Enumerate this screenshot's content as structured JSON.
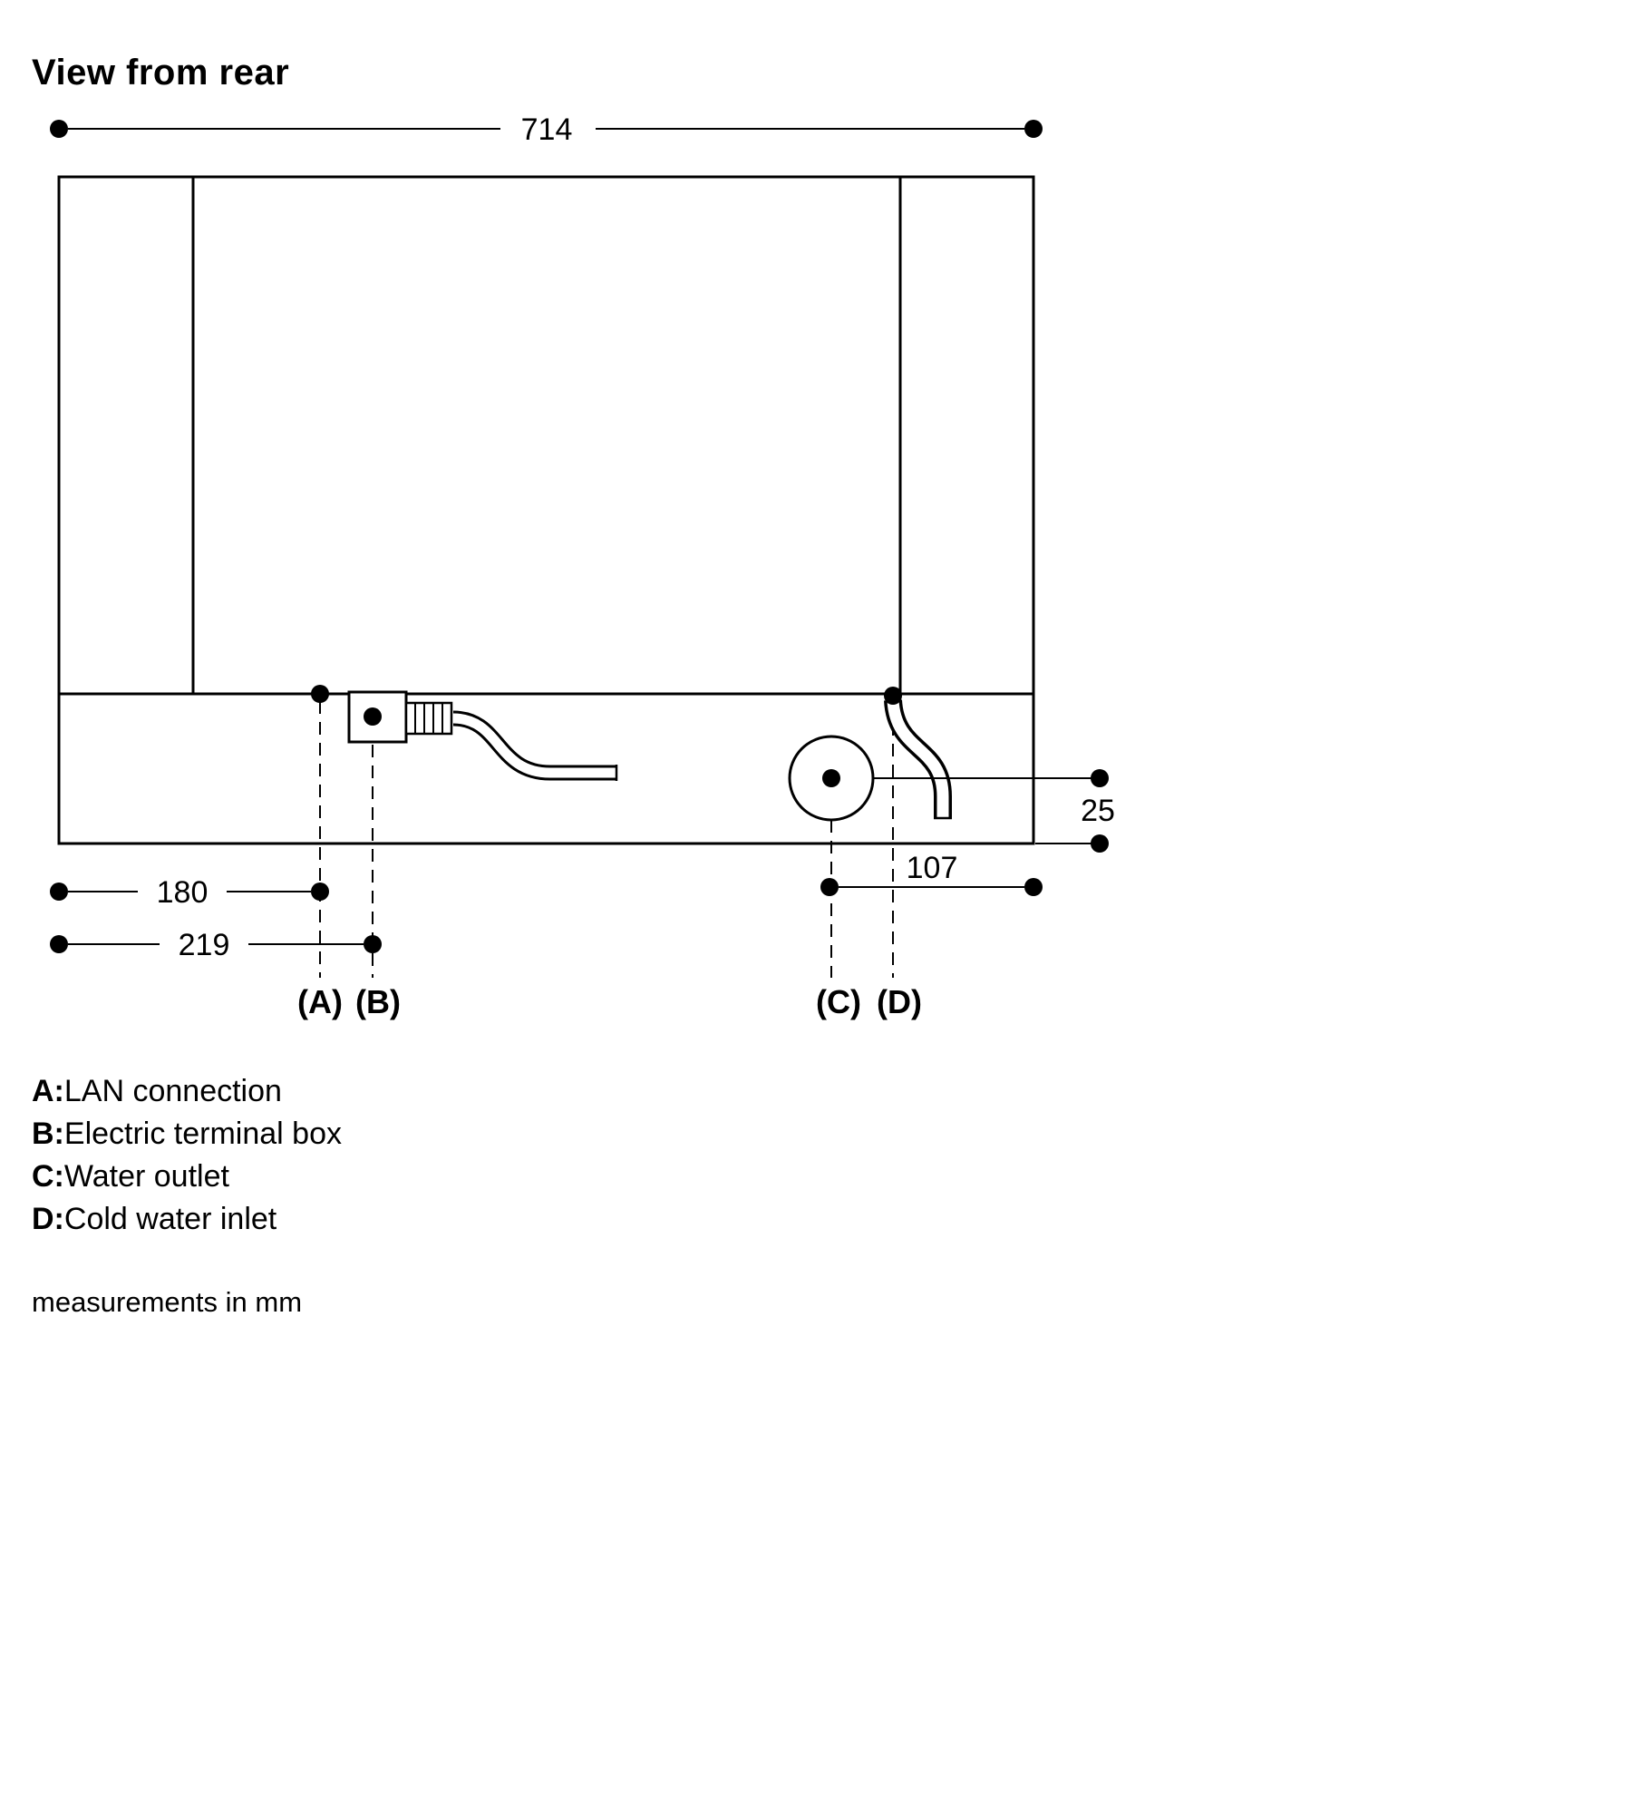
{
  "title": "View from rear",
  "dims": {
    "top_width": "714",
    "lan_offset": "180",
    "terminal_offset": "219",
    "water_offset": "107",
    "right_offset": "25"
  },
  "point_labels": {
    "a": "(A)",
    "b": "(B)",
    "c": "(C)",
    "d": "(D)"
  },
  "legend": {
    "items": [
      {
        "key": "A:",
        "text": "LAN connection"
      },
      {
        "key": "B:",
        "text": "Electric terminal box"
      },
      {
        "key": "C:",
        "text": "Water outlet"
      },
      {
        "key": "D:",
        "text": "Cold water inlet"
      }
    ]
  },
  "footer": "measurements in mm",
  "colors": {
    "line": "#000000",
    "background": "#ffffff"
  }
}
